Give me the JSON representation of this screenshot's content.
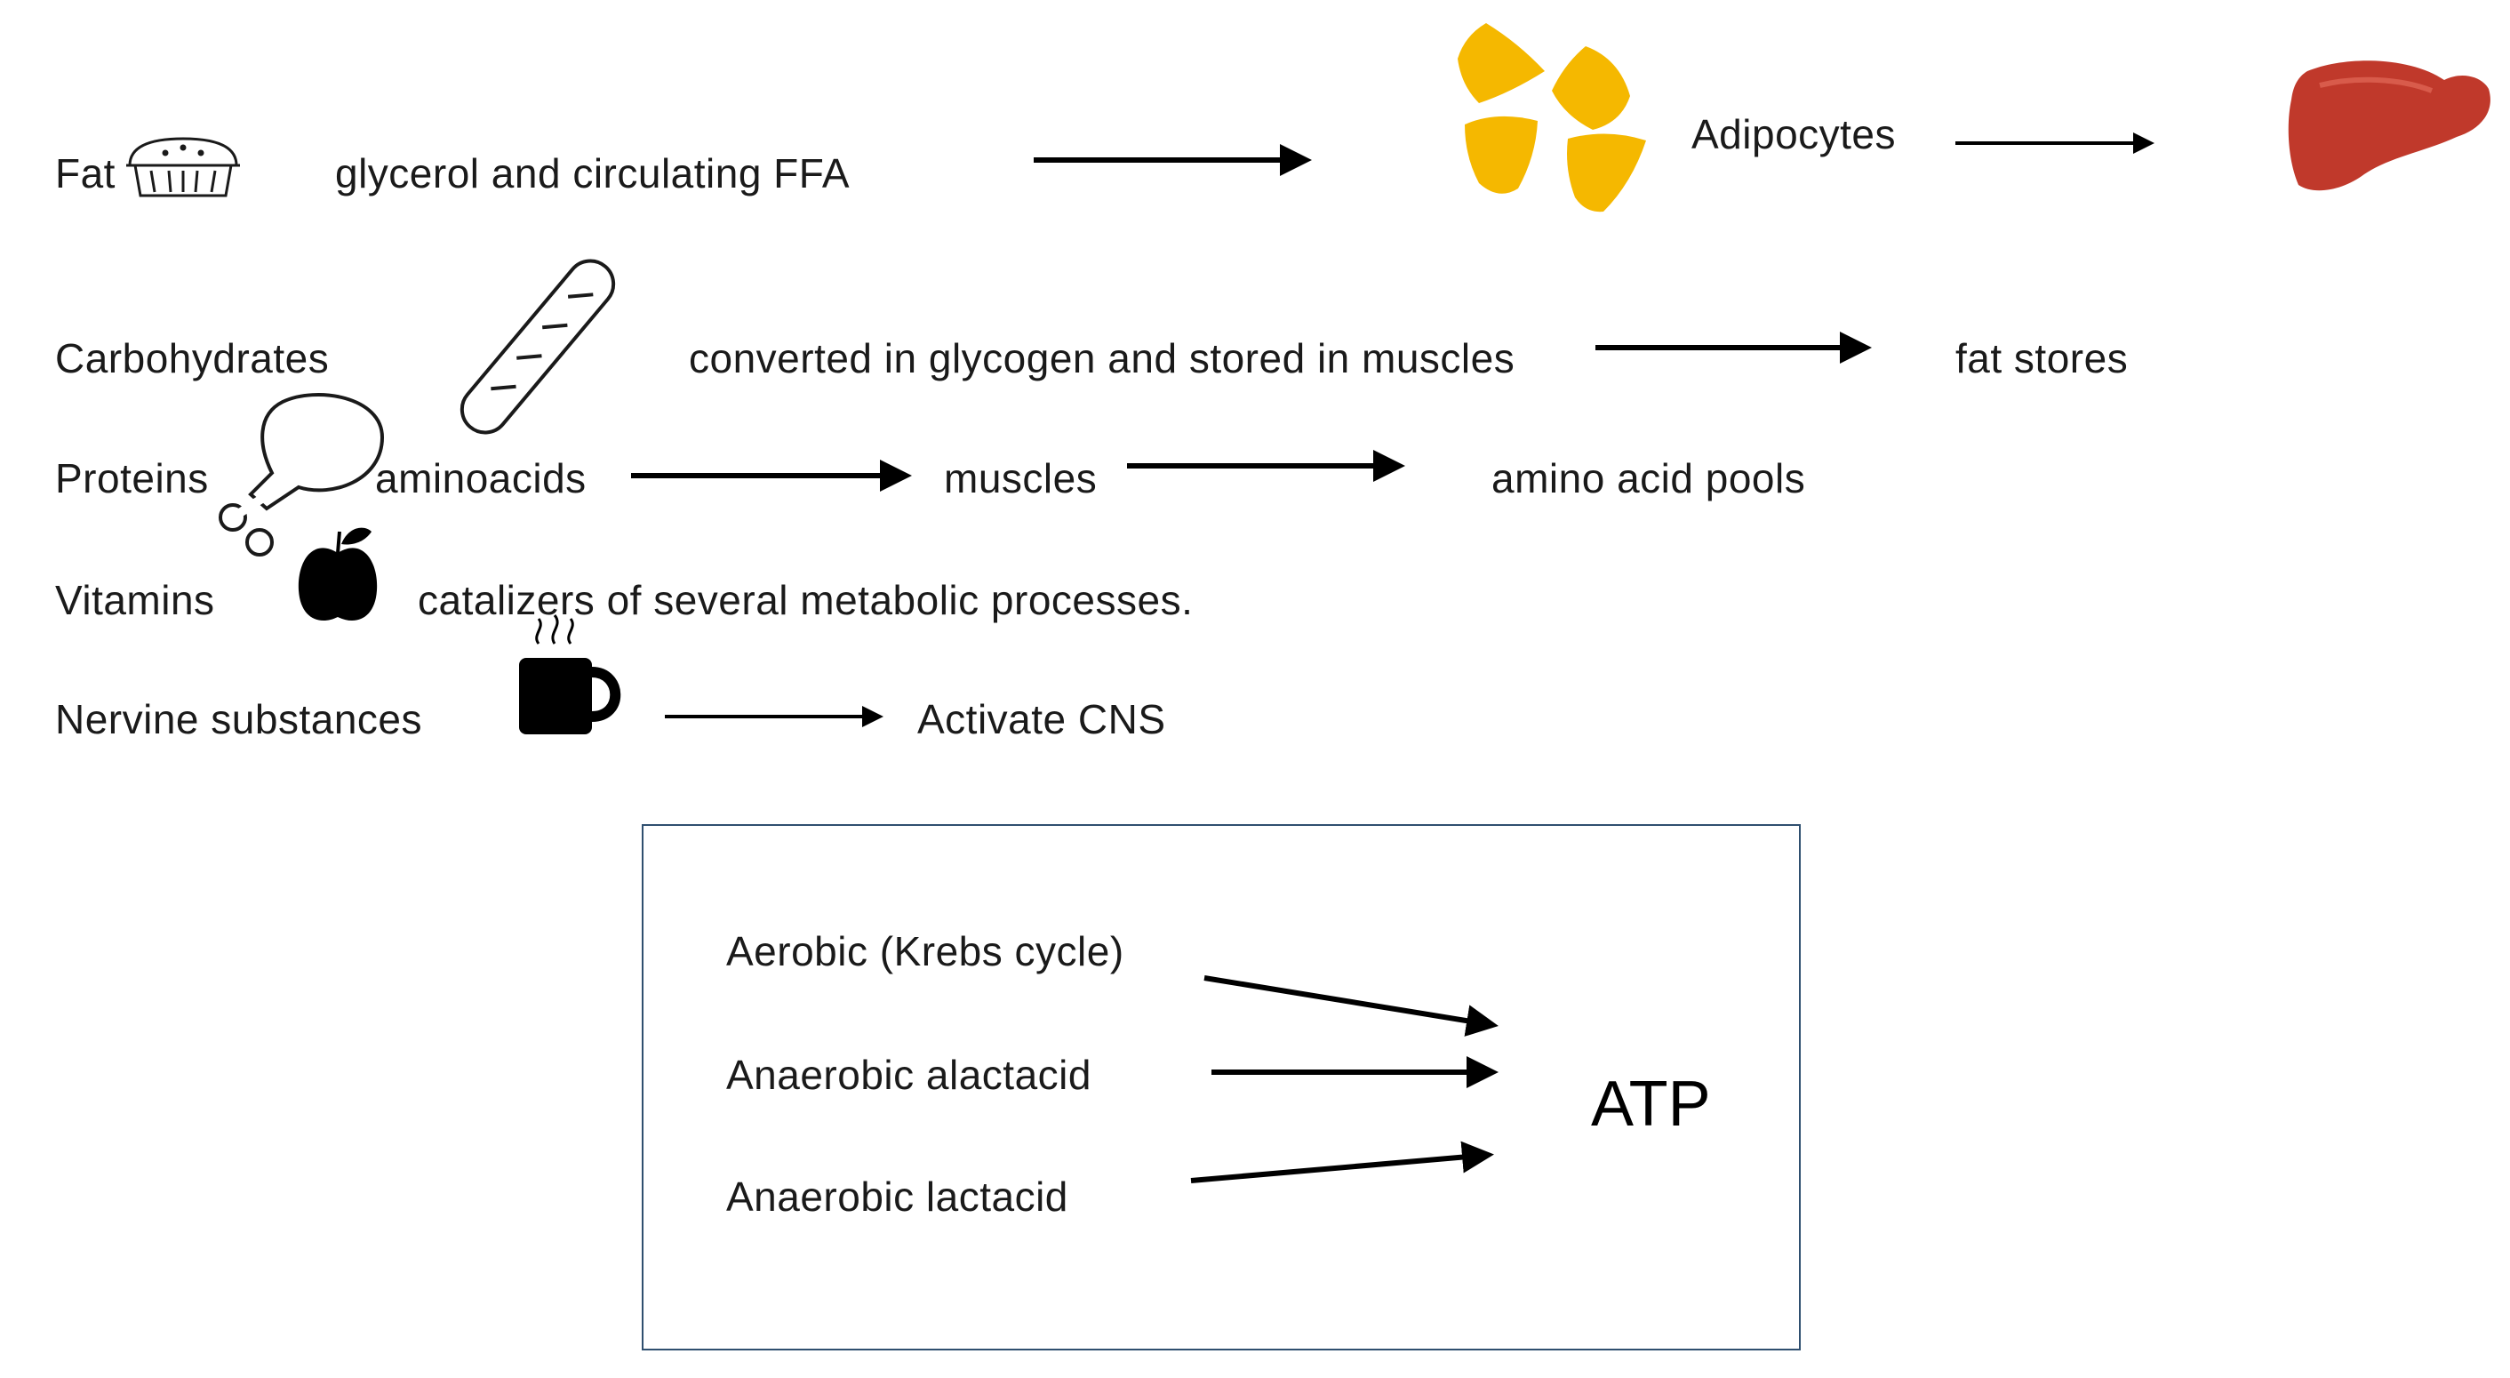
{
  "rows": {
    "fat": {
      "name": "Fat",
      "product": "glycerol and circulating FFA",
      "target": "Adipocytes"
    },
    "carbohydrates": {
      "name": "Carbohydrates",
      "product": "converted in glycogen  and stored in muscles",
      "target": "fat stores"
    },
    "proteins": {
      "name": "Proteins",
      "product": "aminoacids",
      "step": "muscles",
      "target": "amino acid pools"
    },
    "vitamins": {
      "name": "Vitamins",
      "product": "catalizers of several metabolic processes."
    },
    "nervine": {
      "name": "Nervine substances",
      "target": "Activate CNS"
    }
  },
  "energy_box": {
    "pathways": [
      "Aerobic (Krebs cycle)",
      "Anaerobic alactacid",
      "Anaerobic lactacid"
    ],
    "result": "ATP"
  },
  "icons": [
    "pie-icon",
    "baguette-icon",
    "chicken-leg-icon",
    "apple-icon",
    "coffee-mug-icon",
    "adipocytes-icon",
    "liver-icon"
  ],
  "colors": {
    "text": "#1a1a1a",
    "arrow": "#000000",
    "adipocyte": "#F5B800",
    "liver": "#C0392B",
    "box_border": "#2f4f6f"
  }
}
